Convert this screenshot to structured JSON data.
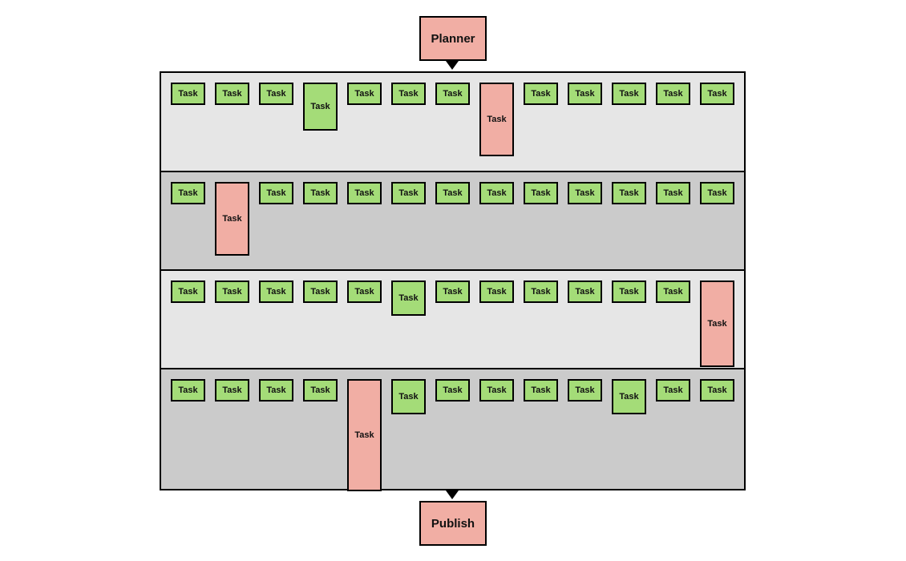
{
  "colors": {
    "green": "#a4dc78",
    "red": "#f1aea4",
    "lane_light": "#e6e6e6",
    "lane_dark": "#cbcbcb",
    "border": "#000000"
  },
  "planner": {
    "label": "Planner",
    "status": "red"
  },
  "publish": {
    "label": "Publish",
    "status": "red"
  },
  "lanes": [
    {
      "shade": "light",
      "tasks": [
        {
          "label": "Task",
          "status": "green",
          "duration": 1
        },
        {
          "label": "Task",
          "status": "green",
          "duration": 1
        },
        {
          "label": "Task",
          "status": "green",
          "duration": 1
        },
        {
          "label": "Task",
          "status": "green",
          "duration": 2
        },
        {
          "label": "Task",
          "status": "green",
          "duration": 1
        },
        {
          "label": "Task",
          "status": "green",
          "duration": 1
        },
        {
          "label": "Task",
          "status": "green",
          "duration": 1
        },
        {
          "label": "Task",
          "status": "red",
          "duration": 3
        },
        {
          "label": "Task",
          "status": "green",
          "duration": 1
        },
        {
          "label": "Task",
          "status": "green",
          "duration": 1
        },
        {
          "label": "Task",
          "status": "green",
          "duration": 1
        },
        {
          "label": "Task",
          "status": "green",
          "duration": 1
        },
        {
          "label": "Task",
          "status": "green",
          "duration": 1
        }
      ]
    },
    {
      "shade": "dark",
      "tasks": [
        {
          "label": "Task",
          "status": "green",
          "duration": 1
        },
        {
          "label": "Task",
          "status": "red",
          "duration": 3
        },
        {
          "label": "Task",
          "status": "green",
          "duration": 1
        },
        {
          "label": "Task",
          "status": "green",
          "duration": 1
        },
        {
          "label": "Task",
          "status": "green",
          "duration": 1
        },
        {
          "label": "Task",
          "status": "green",
          "duration": 1
        },
        {
          "label": "Task",
          "status": "green",
          "duration": 1
        },
        {
          "label": "Task",
          "status": "green",
          "duration": 1
        },
        {
          "label": "Task",
          "status": "green",
          "duration": 1
        },
        {
          "label": "Task",
          "status": "green",
          "duration": 1
        },
        {
          "label": "Task",
          "status": "green",
          "duration": 1
        },
        {
          "label": "Task",
          "status": "green",
          "duration": 1
        },
        {
          "label": "Task",
          "status": "green",
          "duration": 1
        }
      ]
    },
    {
      "shade": "light",
      "tasks": [
        {
          "label": "Task",
          "status": "green",
          "duration": 1
        },
        {
          "label": "Task",
          "status": "green",
          "duration": 1
        },
        {
          "label": "Task",
          "status": "green",
          "duration": 1
        },
        {
          "label": "Task",
          "status": "green",
          "duration": 1
        },
        {
          "label": "Task",
          "status": "green",
          "duration": 1
        },
        {
          "label": "Task",
          "status": "green",
          "duration": 1.5
        },
        {
          "label": "Task",
          "status": "green",
          "duration": 1
        },
        {
          "label": "Task",
          "status": "green",
          "duration": 1
        },
        {
          "label": "Task",
          "status": "green",
          "duration": 1
        },
        {
          "label": "Task",
          "status": "green",
          "duration": 1
        },
        {
          "label": "Task",
          "status": "green",
          "duration": 1
        },
        {
          "label": "Task",
          "status": "green",
          "duration": 1
        },
        {
          "label": "Task",
          "status": "red",
          "duration": 3.5
        }
      ]
    },
    {
      "shade": "dark",
      "tasks": [
        {
          "label": "Task",
          "status": "green",
          "duration": 1
        },
        {
          "label": "Task",
          "status": "green",
          "duration": 1
        },
        {
          "label": "Task",
          "status": "green",
          "duration": 1
        },
        {
          "label": "Task",
          "status": "green",
          "duration": 1
        },
        {
          "label": "Task",
          "status": "red",
          "duration": 4.5
        },
        {
          "label": "Task",
          "status": "green",
          "duration": 1.5
        },
        {
          "label": "Task",
          "status": "green",
          "duration": 1
        },
        {
          "label": "Task",
          "status": "green",
          "duration": 1
        },
        {
          "label": "Task",
          "status": "green",
          "duration": 1
        },
        {
          "label": "Task",
          "status": "green",
          "duration": 1
        },
        {
          "label": "Task",
          "status": "green",
          "duration": 1.5
        },
        {
          "label": "Task",
          "status": "green",
          "duration": 1
        },
        {
          "label": "Task",
          "status": "green",
          "duration": 1
        }
      ]
    }
  ]
}
